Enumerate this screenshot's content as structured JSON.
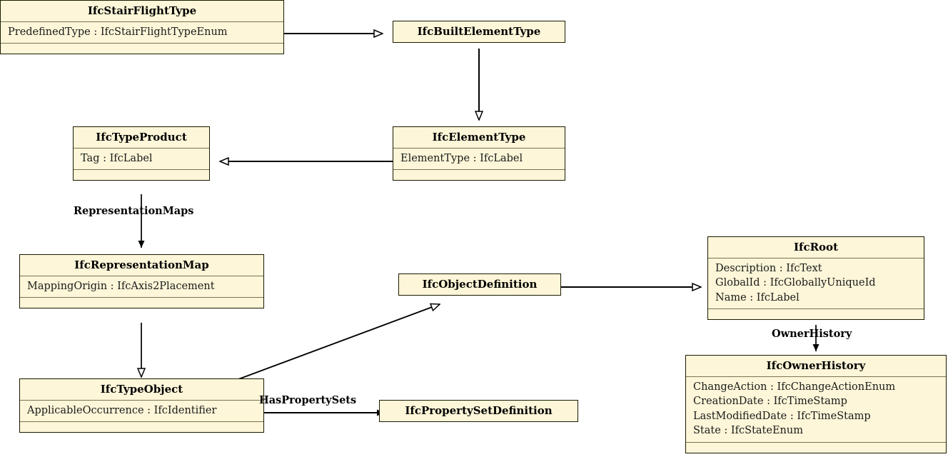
{
  "diagram": {
    "kind": "uml-class-diagram",
    "title": "IfcStairFlightType inheritance and relationships",
    "colors": {
      "class_fill": "#fdf6d8",
      "class_border": "#1a1a00",
      "compartment_divider": "#7a7450",
      "edge": "#000000",
      "background": "#ffffff"
    }
  },
  "classes": [
    {
      "id": "IfcStairFlightType",
      "name": "IfcStairFlightType",
      "attributes": [
        "PredefinedType : IfcStairFlightTypeEnum"
      ],
      "has_operations_compartment": true
    },
    {
      "id": "IfcBuiltElementType",
      "name": "IfcBuiltElementType",
      "attributes": [],
      "has_operations_compartment": false
    },
    {
      "id": "IfcTypeProduct",
      "name": "IfcTypeProduct",
      "attributes": [
        "Tag : IfcLabel"
      ],
      "has_operations_compartment": true
    },
    {
      "id": "IfcElementType",
      "name": "IfcElementType",
      "attributes": [
        "ElementType : IfcLabel"
      ],
      "has_operations_compartment": true
    },
    {
      "id": "IfcRepresentationMap",
      "name": "IfcRepresentationMap",
      "attributes": [
        "MappingOrigin : IfcAxis2Placement"
      ],
      "has_operations_compartment": true
    },
    {
      "id": "IfcObjectDefinition",
      "name": "IfcObjectDefinition",
      "attributes": [],
      "has_operations_compartment": false
    },
    {
      "id": "IfcRoot",
      "name": "IfcRoot",
      "attributes": [
        "Description : IfcText",
        "GlobalId : IfcGloballyUniqueId",
        "Name : IfcLabel"
      ],
      "has_operations_compartment": true
    },
    {
      "id": "IfcTypeObject",
      "name": "IfcTypeObject",
      "attributes": [
        "ApplicableOccurrence : IfcIdentifier"
      ],
      "has_operations_compartment": true
    },
    {
      "id": "IfcPropertySetDefinition",
      "name": "IfcPropertySetDefinition",
      "attributes": [],
      "has_operations_compartment": false
    },
    {
      "id": "IfcOwnerHistory",
      "name": "IfcOwnerHistory",
      "attributes": [
        "ChangeAction : IfcChangeActionEnum",
        "CreationDate : IfcTimeStamp",
        "LastModifiedDate : IfcTimeStamp",
        "State : IfcStateEnum"
      ],
      "has_operations_compartment": true
    }
  ],
  "edges": [
    {
      "id": "e1",
      "from": "IfcStairFlightType",
      "to": "IfcBuiltElementType",
      "type": "generalization",
      "arrowhead": "hollow-triangle",
      "label": ""
    },
    {
      "id": "e2",
      "from": "IfcBuiltElementType",
      "to": "IfcElementType",
      "type": "generalization",
      "arrowhead": "hollow-triangle",
      "label": ""
    },
    {
      "id": "e3",
      "from": "IfcElementType",
      "to": "IfcTypeProduct",
      "type": "generalization",
      "arrowhead": "hollow-triangle",
      "label": ""
    },
    {
      "id": "e4",
      "from": "IfcTypeProduct",
      "to": "IfcRepresentationMap",
      "type": "association",
      "arrowhead": "open-arrow",
      "label": "RepresentationMaps"
    },
    {
      "id": "e5",
      "from": "IfcRepresentationMap",
      "to": "IfcTypeObject",
      "type": "generalization",
      "arrowhead": "hollow-triangle",
      "label": ""
    },
    {
      "id": "e6",
      "from": "IfcTypeObject",
      "to": "IfcObjectDefinition",
      "type": "generalization",
      "arrowhead": "hollow-triangle",
      "label": ""
    },
    {
      "id": "e7",
      "from": "IfcObjectDefinition",
      "to": "IfcRoot",
      "type": "generalization",
      "arrowhead": "hollow-triangle",
      "label": ""
    },
    {
      "id": "e8",
      "from": "IfcTypeObject",
      "to": "IfcPropertySetDefinition",
      "type": "association",
      "arrowhead": "open-arrow",
      "label": "HasPropertySets"
    },
    {
      "id": "e9",
      "from": "IfcRoot",
      "to": "IfcOwnerHistory",
      "type": "association",
      "arrowhead": "open-arrow",
      "label": "OwnerHistory"
    }
  ],
  "edge_labels": {
    "representation_maps": "RepresentationMaps",
    "has_property_sets": "HasPropertySets",
    "owner_history": "OwnerHistory"
  }
}
